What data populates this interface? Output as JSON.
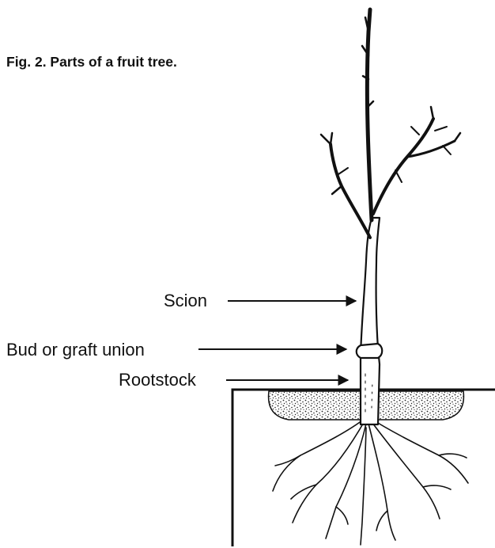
{
  "figure": {
    "caption": "Fig. 2. Parts of a fruit tree.",
    "labels": [
      {
        "id": "scion",
        "text": "Scion"
      },
      {
        "id": "bud",
        "text": "Bud or graft union"
      },
      {
        "id": "rootstock",
        "text": "Rootstock"
      }
    ]
  }
}
